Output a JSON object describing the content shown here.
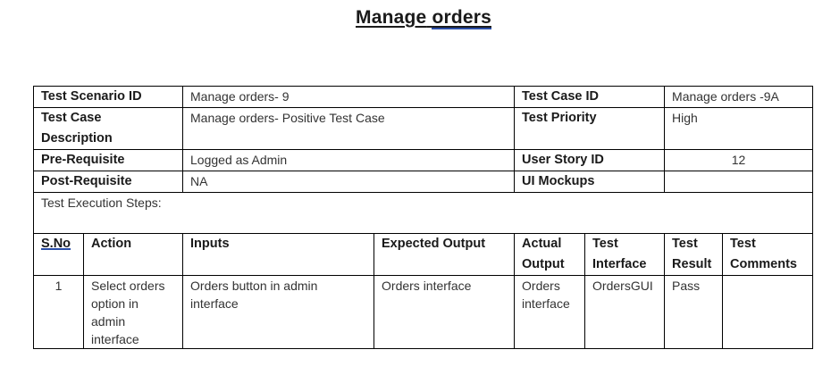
{
  "title_first": "Manage",
  "title_second": "orders",
  "info": {
    "test_scenario_id_label": "Test Scenario ID",
    "test_scenario_id_value": "Manage orders- 9",
    "test_case_id_label": "Test Case ID",
    "test_case_id_value": "Manage orders -9A",
    "test_case_desc_label": "Test Case Description",
    "test_case_desc_value": "Manage orders- Positive Test Case",
    "test_priority_label": "Test Priority",
    "test_priority_value": "High",
    "pre_req_label": "Pre-Requisite",
    "pre_req_value": "Logged as Admin",
    "user_story_label": "User Story ID",
    "user_story_value": "12",
    "post_req_label": "Post-Requisite",
    "post_req_value": "NA",
    "ui_mockups_label": "UI Mockups",
    "ui_mockups_value": ""
  },
  "steps_label": "Test Execution Steps:",
  "columns": {
    "sno": "S.No",
    "action": "Action",
    "inputs": "Inputs",
    "expected": "Expected Output",
    "actual": "Actual Output",
    "interface": "Test Interface",
    "result": "Test Result",
    "comments": "Test Comments"
  },
  "rows": [
    {
      "sno": "1",
      "action": "Select orders option in admin interface",
      "inputs": "Orders button in admin interface",
      "expected": "Orders interface",
      "actual": "Orders interface",
      "interface": "OrdersGUI",
      "result": "Pass",
      "comments": ""
    }
  ]
}
